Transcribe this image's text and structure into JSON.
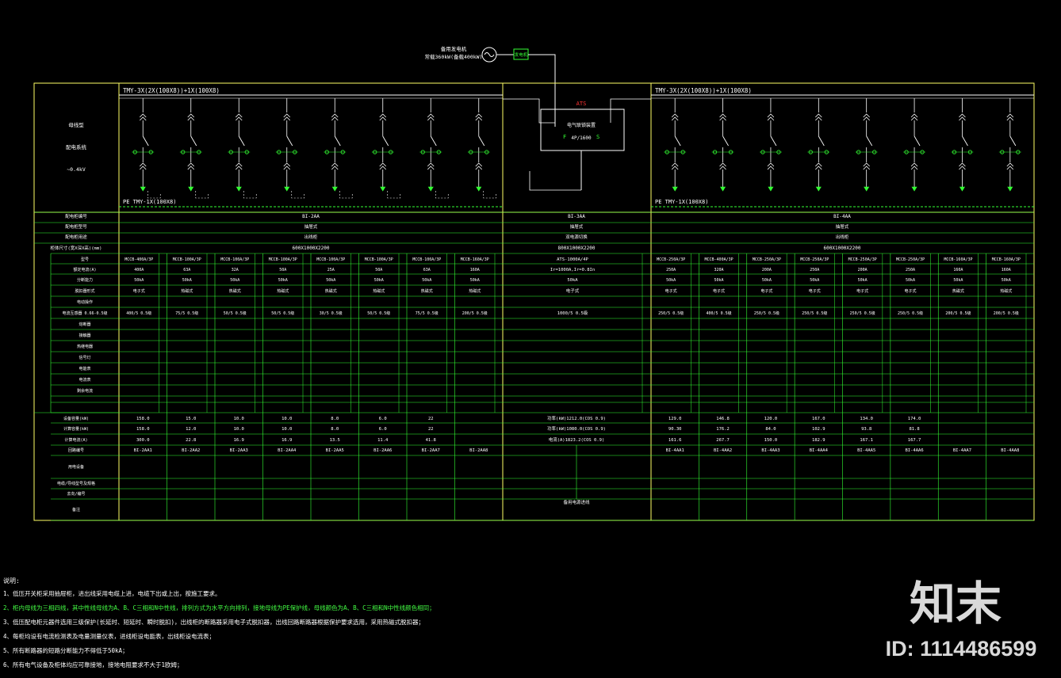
{
  "generator": {
    "label": "备用发电机",
    "spec": "常载360kW(备载400kW)",
    "box_label": "发电机"
  },
  "ats": {
    "label": "ATS",
    "breaker_label": "电气联锁装置",
    "rating": "4P/1600",
    "side_f": "F",
    "side_s": "S"
  },
  "busbars": {
    "left": "TMY-3X(2X(100X8))+1X(100X8)",
    "right": "TMY-3X(2X(100X8))+1X(100X8)",
    "left_pe": "PE TMY-1X(100X8)",
    "right_pe": "PE TMY-1X(100X8)"
  },
  "left_labels": {
    "bus": "母线型",
    "system": "配电系统",
    "voltage": "~0.4kV"
  },
  "cabinet_rows": {
    "headers": [
      "配电柜编号",
      "配电柜型号",
      "配电柜用途",
      "柜体尺寸(宽X深X高)(mm)"
    ],
    "sections": [
      {
        "values": [
          "BI-2AA",
          "抽屉式",
          "出线柜",
          "600X1000X2200"
        ]
      },
      {
        "values": [
          "BI-3AA",
          "抽屉式",
          "双电源切换",
          "800X1000X2200"
        ]
      },
      {
        "values": [
          "BI-4AA",
          "抽屉式",
          "出线柜",
          "600X1000X2200"
        ]
      }
    ]
  },
  "device_rows": [
    "型号",
    "额定电流(A)",
    "分断能力",
    "脱扣器形式",
    "电动操作",
    "电流互感器 0.66-0.5级",
    "熔断器",
    "接触器",
    "热继电器",
    "信号灯",
    "电能表",
    "电流表",
    "剩余电流"
  ],
  "breakers_left": [
    {
      "model": "MCCB-400A/3P",
      "rating": "400A",
      "break": "50kA",
      "trip": "电子式",
      "ct": "400/5 0.5级"
    },
    {
      "model": "MCCB-100A/3P",
      "rating": "63A",
      "break": "50kA",
      "trip": "热磁式",
      "ct": "75/5 0.5级"
    },
    {
      "model": "MCCB-100A/3P",
      "rating": "32A",
      "break": "50kA",
      "trip": "热磁式",
      "ct": "50/5 0.5级"
    },
    {
      "model": "MCCB-100A/3P",
      "rating": "50A",
      "break": "50kA",
      "trip": "热磁式",
      "ct": "50/5 0.5级"
    },
    {
      "model": "MCCB-100A/3P",
      "rating": "25A",
      "break": "50kA",
      "trip": "热磁式",
      "ct": "30/5 0.5级"
    },
    {
      "model": "MCCB-100A/3P",
      "rating": "50A",
      "break": "50kA",
      "trip": "热磁式",
      "ct": "50/5 0.5级"
    },
    {
      "model": "MCCB-100A/3P",
      "rating": "63A",
      "break": "50kA",
      "trip": "热磁式",
      "ct": "75/5 0.5级"
    },
    {
      "model": "MCCB-160A/3P",
      "rating": "160A",
      "break": "50kA",
      "trip": "热磁式",
      "ct": "200/5 0.5级"
    }
  ],
  "breaker_mid": {
    "model": "ATS-1000A/4P",
    "rating": "Ir=1000A,Ir=0.8In",
    "break": "50kA",
    "trip": "电子式",
    "ct": "1000/5 0.5级"
  },
  "breakers_right": [
    {
      "model": "MCCB-250A/3P",
      "rating": "250A",
      "break": "50kA",
      "trip": "电子式",
      "ct": "250/5 0.5级"
    },
    {
      "model": "MCCB-400A/3P",
      "rating": "320A",
      "break": "50kA",
      "trip": "电子式",
      "ct": "400/5 0.5级"
    },
    {
      "model": "MCCB-250A/3P",
      "rating": "200A",
      "break": "50kA",
      "trip": "电子式",
      "ct": "250/5 0.5级"
    },
    {
      "model": "MCCB-250A/3P",
      "rating": "250A",
      "break": "50kA",
      "trip": "电子式",
      "ct": "250/5 0.5级"
    },
    {
      "model": "MCCB-250A/3P",
      "rating": "200A",
      "break": "50kA",
      "trip": "电子式",
      "ct": "250/5 0.5级"
    },
    {
      "model": "MCCB-250A/3P",
      "rating": "250A",
      "break": "50kA",
      "trip": "电子式",
      "ct": "250/5 0.5级"
    },
    {
      "model": "MCCB-160A/3P",
      "rating": "160A",
      "break": "50kA",
      "trip": "热磁式",
      "ct": "200/5 0.5级"
    },
    {
      "model": "MCCB-160A/3P",
      "rating": "160A",
      "break": "50kA",
      "trip": "热磁式",
      "ct": "200/5 0.5级"
    }
  ],
  "load_row_labels": [
    "设备容量(kW)",
    "计算容量(kW)",
    "计算电流(A)",
    "回路编号",
    "用电设备",
    "电缆/导线型号及规格",
    "去向/编号",
    "备注"
  ],
  "loads_left": [
    {
      "pe": "158.0",
      "pc": "158.0",
      "ic": "300.0",
      "circuit": "BI-2AA1"
    },
    {
      "pe": "15.0",
      "pc": "12.0",
      "ic": "22.8",
      "circuit": "BI-2AA2"
    },
    {
      "pe": "10.0",
      "pc": "10.0",
      "ic": "16.9",
      "circuit": "BI-2AA3"
    },
    {
      "pe": "10.0",
      "pc": "10.0",
      "ic": "16.9",
      "circuit": "BI-2AA4"
    },
    {
      "pe": "8.0",
      "pc": "8.0",
      "ic": "13.5",
      "circuit": "BI-2AA5"
    },
    {
      "pe": "6.0",
      "pc": "6.0",
      "ic": "11.4",
      "circuit": "BI-2AA6"
    },
    {
      "pe": "22",
      "pc": "22",
      "ic": "41.8",
      "circuit": "BI-2AA7"
    },
    {
      "pe": "",
      "pc": "",
      "ic": "",
      "circuit": "BI-2AA8"
    }
  ],
  "mid_loads": [
    "功率(kW)1212.0(COS 0.9)",
    "功率(kW)1080.0(COS 0.9)",
    "电流(A)1823.2(COS 0.9)"
  ],
  "loads_right": [
    {
      "pe": "129.0",
      "pc": "90.30",
      "ic": "161.6",
      "circuit": "BI-4AA1"
    },
    {
      "pe": "146.8",
      "pc": "176.2",
      "ic": "267.7",
      "circuit": "BI-4AA2"
    },
    {
      "pe": "120.0",
      "pc": "84.0",
      "ic": "150.0",
      "circuit": "BI-4AA3"
    },
    {
      "pe": "167.0",
      "pc": "102.9",
      "ic": "182.9",
      "circuit": "BI-4AA4"
    },
    {
      "pe": "134.0",
      "pc": "93.8",
      "ic": "167.1",
      "circuit": "BI-4AA5"
    },
    {
      "pe": "174.0",
      "pc": "81.8",
      "ic": "167.7",
      "circuit": "BI-4AA6"
    },
    {
      "pe": "",
      "pc": "",
      "ic": "",
      "circuit": "BI-4AA7"
    },
    {
      "pe": "",
      "pc": "",
      "ic": "",
      "circuit": "BI-4AA8"
    }
  ],
  "mid_remark": "备用电源进线",
  "notes": {
    "title": "说明:",
    "lines": [
      "1、低压开关柜采用抽屉柜，进出线采用电缆上进，电缆下出或上出，按施工要求。",
      "2、柜内母线为三相四线，其中性线母线为A、B、C三相和N中性线，排列方式为水平方向排列，接地母线为PE保护线，母线颜色为A、B、C三相和N中性线颜色相同；",
      "3、低压配电柜元器件选用三级保护(长延时、短延时、瞬时脱扣)，出线柜的断路器采用电子式脱扣器，出线回路断路器根据保护要求选用，采用热磁式脱扣器；",
      "4、每柜均设有电流检测表及电量测量仪表，进线柜设电能表，出线柜设电流表；",
      "5、所有断路器的短路分断能力不得低于50kA；",
      "6、所有电气设备及柜体均应可靠接地，接地电阻要求不大于1欧姆；"
    ]
  },
  "brand": {
    "logo_text": "知末",
    "id_text": "ID: 1114486599"
  },
  "colors": {
    "frame": "#ffff66",
    "grid": "#33ff33",
    "cyan": "#66ffff",
    "white": "#ffffff",
    "red": "#ff3333",
    "green_text": "#44ff44"
  }
}
